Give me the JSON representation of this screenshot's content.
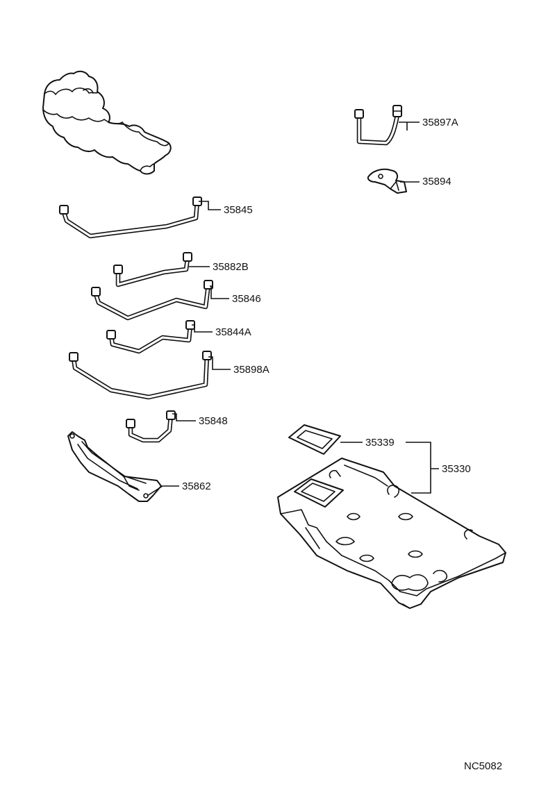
{
  "labels": {
    "p35897a": "35897A",
    "p35894": "35894",
    "p35845": "35845",
    "p35882b": "35882B",
    "p35846": "35846",
    "p35844a": "35844A",
    "p35898a": "35898A",
    "p35848": "35848",
    "p35862": "35862",
    "p35339": "35339",
    "p35330": "35330"
  },
  "drawing_code": "NC5082"
}
